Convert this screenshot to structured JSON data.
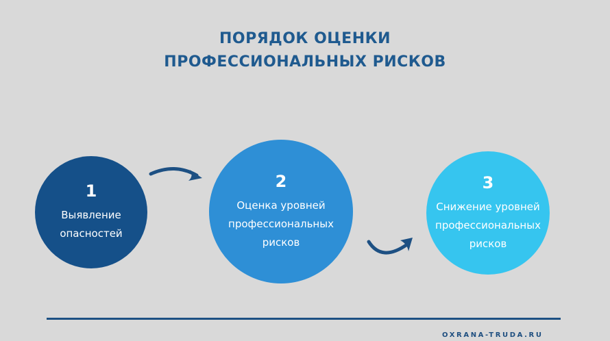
{
  "title": {
    "line1": "ПОРЯДОК ОЦЕНКИ",
    "line2": "ПРОФЕССИОНАЛЬНЫХ РИСКОВ"
  },
  "steps": [
    {
      "number": "1",
      "line1": "Выявление",
      "line2": "опасностей",
      "color": "#155089"
    },
    {
      "number": "2",
      "line1": "Оценка уровней",
      "line2": "профессиональных",
      "line3": "рисков",
      "color": "#2e8fd6"
    },
    {
      "number": "3",
      "line1": "Снижение уровней",
      "line2": "профессиональных",
      "line3": "рисков",
      "color": "#36c5ef"
    }
  ],
  "footer": {
    "site": "OXRANA-TRUDA.RU"
  }
}
